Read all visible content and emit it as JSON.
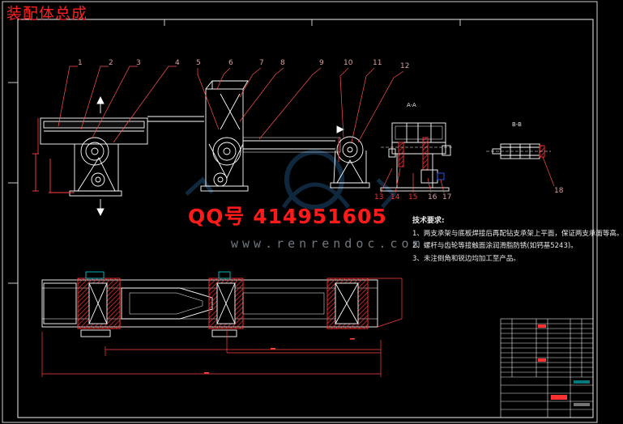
{
  "drawing_title": "装配体总成",
  "watermark": {
    "qq_text": "QQ号 414951605",
    "site_text": "www.renrendoc.com"
  },
  "section_labels": {
    "aa": "A-A",
    "bb": "B-B"
  },
  "callouts": [
    "1",
    "2",
    "3",
    "4",
    "5",
    "6",
    "7",
    "8",
    "9",
    "10",
    "11",
    "12",
    "13",
    "14",
    "15",
    "16",
    "17",
    "18"
  ],
  "technical_requirements": {
    "heading": "技术要求:",
    "items": [
      "1、两支承架与底板焊接后再配钻支承架上平面，保证两支承面等高。",
      "2、螺杆与齿轮等接触面涂润滑脂防锈(如钙基5243)。",
      "3、未注倒角和锐边均加工至产品。"
    ]
  },
  "colors": {
    "line": "#ffffff",
    "frame": "#e8e8e8",
    "accent_red": "#ff2020",
    "hatch": "#ff3030",
    "dim": "#ff4040",
    "blue": "#2a5cff",
    "cyan": "#00c8d0",
    "watermark": "#1a3a5a"
  }
}
